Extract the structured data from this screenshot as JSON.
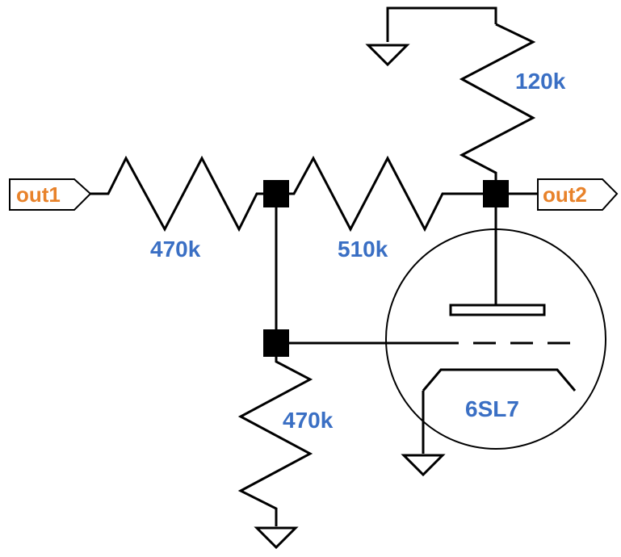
{
  "colors": {
    "value_label": "#3a6fc4",
    "port_label": "#e8822a",
    "wire": "#000000",
    "background": "#ffffff"
  },
  "ports": {
    "out1": "out1",
    "out2": "out2"
  },
  "components": {
    "r_plate": "120k",
    "r_input": "470k",
    "r_feedback": "510k",
    "r_grid": "470k",
    "tube": "6SL7"
  }
}
